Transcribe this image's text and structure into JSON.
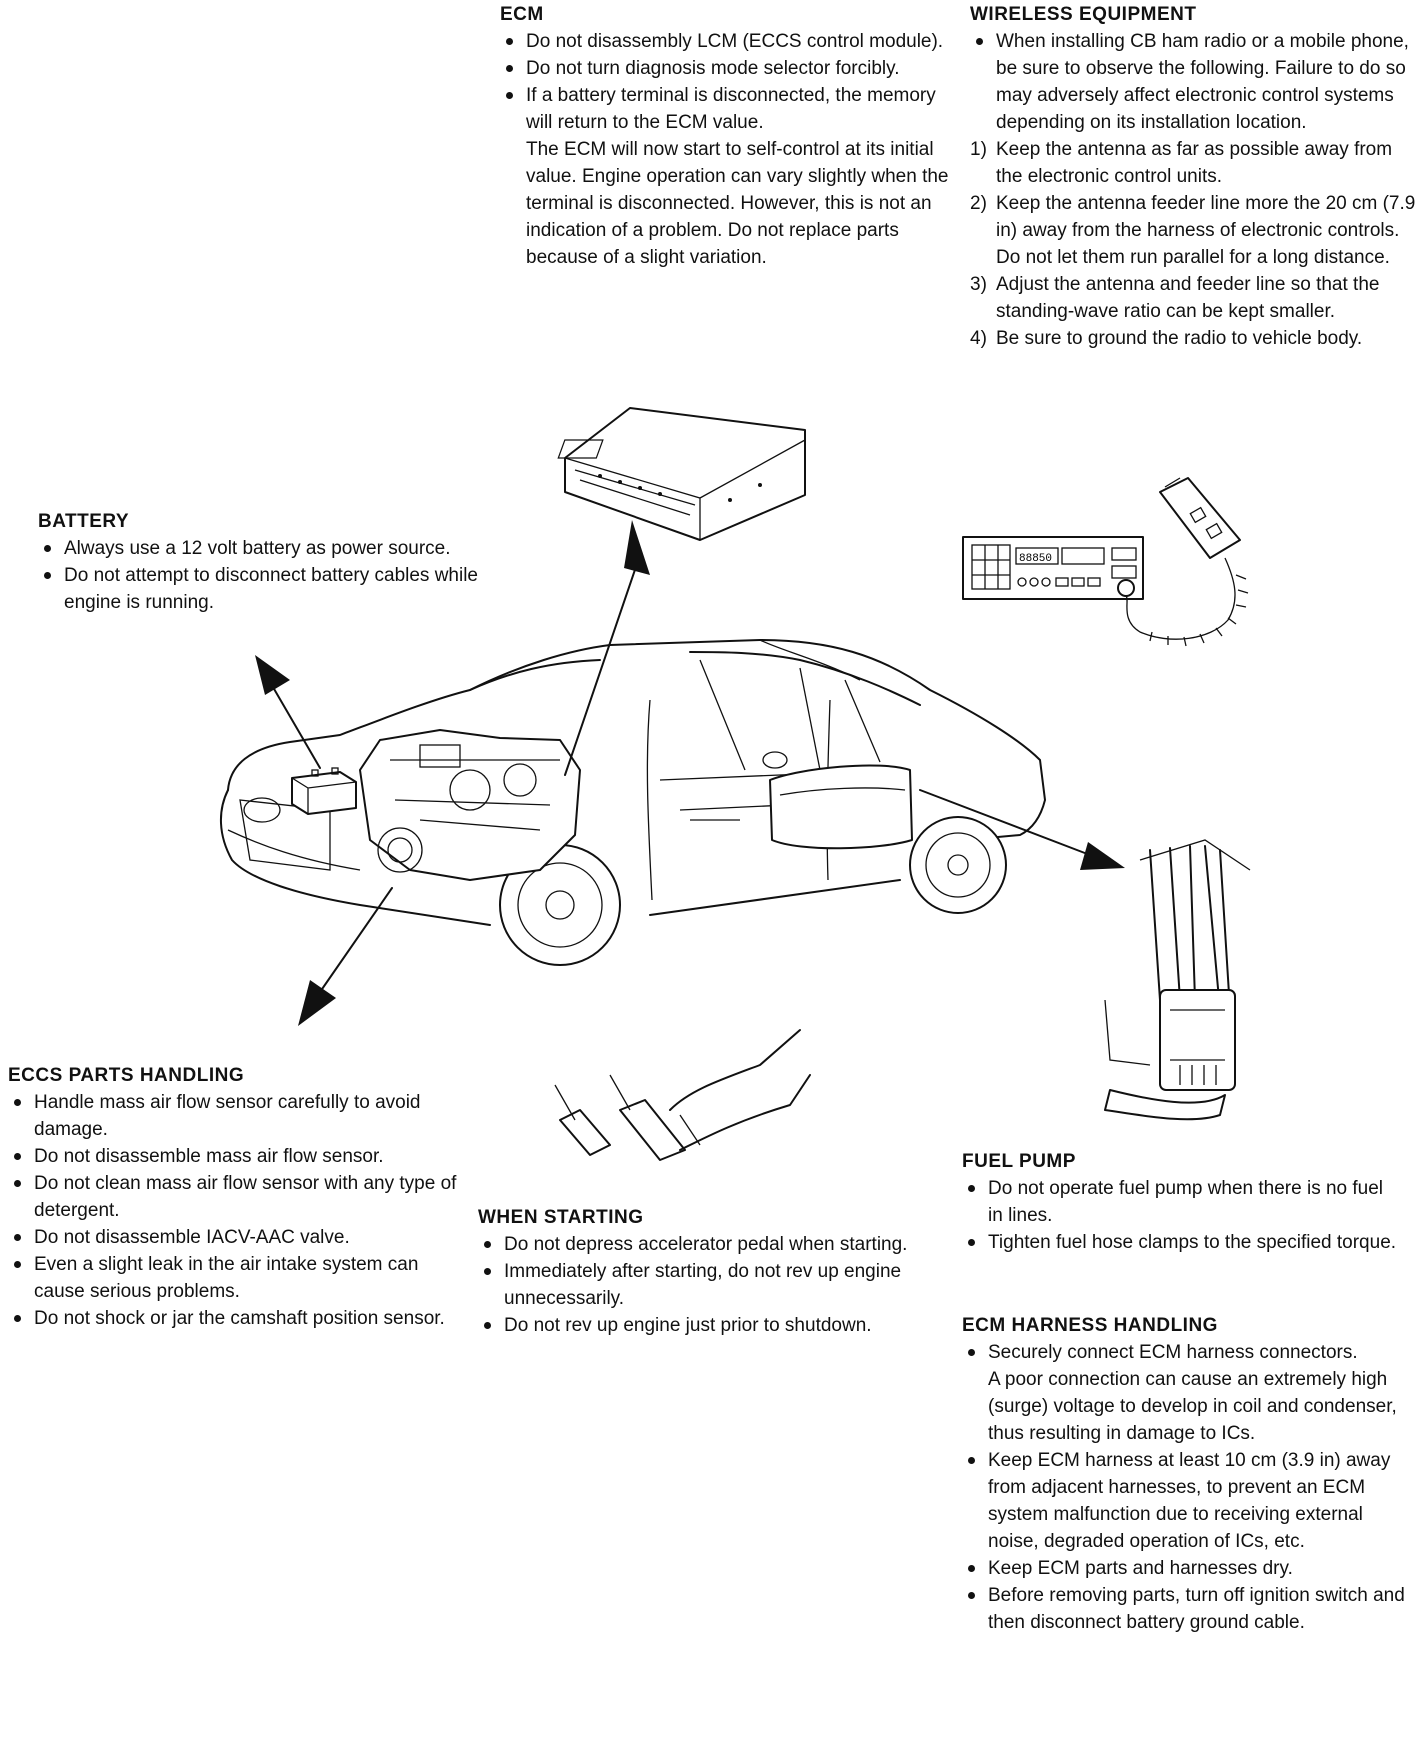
{
  "ecm": {
    "title": "ECM",
    "bullets": [
      "Do not disassembly LCM (ECCS control module).",
      "Do not turn diagnosis mode selector forcibly.",
      "If a battery terminal is disconnected, the memory will return to the ECM value."
    ],
    "bullet3_extra": "The ECM will now start to self-control at its initial value. Engine operation can vary slightly when the terminal is disconnected. However, this is not an indication of a problem. Do not replace parts because of a slight variation."
  },
  "wireless": {
    "title": "WIRELESS EQUIPMENT",
    "intro": "When installing CB ham radio or a mobile phone, be sure to observe the following. Failure to do so may adversely affect electronic control systems depending on its installation location.",
    "steps": [
      {
        "n": "1)",
        "text": "Keep the antenna as far as possible away from the electronic control units."
      },
      {
        "n": "2)",
        "text": "Keep the antenna feeder line more the 20 cm (7.9 in) away from the harness of electronic controls.",
        "extra": "Do not let them run parallel for a long distance."
      },
      {
        "n": "3)",
        "text": "Adjust the antenna and feeder line so that the standing-wave ratio can be kept smaller."
      },
      {
        "n": "4)",
        "text": "Be sure to ground the radio to vehicle body."
      }
    ]
  },
  "battery": {
    "title": "BATTERY",
    "bullets": [
      "Always use a 12 volt battery as power source.",
      "Do not attempt to disconnect battery cables while engine is running."
    ]
  },
  "eccs": {
    "title": "ECCS PARTS HANDLING",
    "bullets": [
      "Handle mass air flow sensor carefully to avoid damage.",
      "Do not disassemble mass air flow sensor.",
      "Do not clean mass air flow sensor with any type of detergent.",
      "Do not disassemble IACV-AAC valve.",
      "Even a slight leak in the air intake system can cause serious problems.",
      "Do not shock or jar the camshaft position sensor."
    ]
  },
  "starting": {
    "title": "WHEN STARTING",
    "bullets": [
      "Do not depress accelerator pedal when starting.",
      "Immediately after starting, do not rev up engine unnecessarily.",
      "Do not rev up engine just prior to shutdown."
    ]
  },
  "fuelpump": {
    "title": "FUEL PUMP",
    "bullets": [
      "Do not operate fuel pump when there is no fuel in lines.",
      "Tighten fuel hose clamps to the specified torque."
    ]
  },
  "harness": {
    "title": "ECM HARNESS HANDLING",
    "bullets": [
      "Securely connect ECM harness connectors.",
      "Keep ECM harness at least 10 cm (3.9 in) away from adjacent harnesses, to prevent an ECM system malfunction due to receiving external noise, degraded operation of ICs, etc.",
      "Keep ECM parts and harnesses dry.",
      "Before removing parts, turn off ignition switch and then disconnect battery ground cable."
    ],
    "bullet1_extra": "A poor connection can cause an extremely high (surge) voltage to develop in coil and condenser, thus resulting in damage to ICs."
  },
  "radio_display": "88850"
}
